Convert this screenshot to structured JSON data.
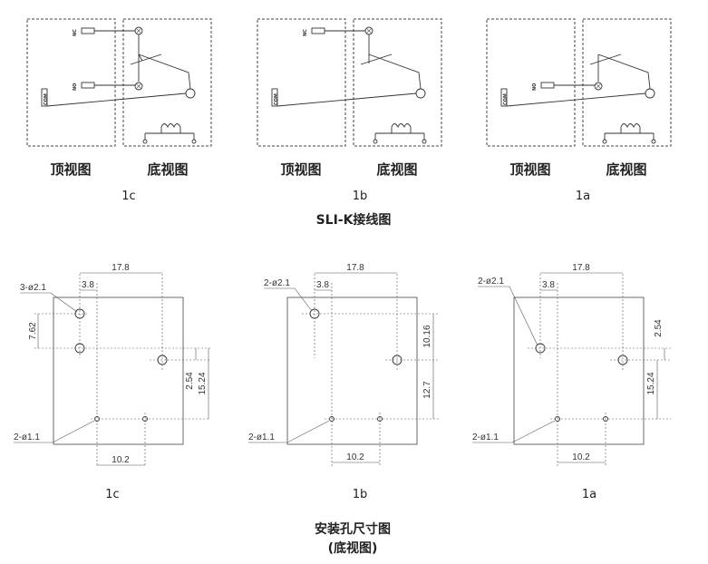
{
  "wiring": {
    "title": "SLI-K接线图",
    "panels": [
      {
        "variant": "1c",
        "top_view": "顶视图",
        "bottom_view": "底视图",
        "pins": [
          "NC",
          "NO",
          "COM"
        ]
      },
      {
        "variant": "1b",
        "top_view": "顶视图",
        "bottom_view": "底视图",
        "pins": [
          "NC",
          "COM"
        ]
      },
      {
        "variant": "1a",
        "top_view": "顶视图",
        "bottom_view": "底视图",
        "pins": [
          "NO",
          "COM"
        ]
      }
    ]
  },
  "mounting": {
    "title": "安装孔尺寸图",
    "subtitle": "(底视图)",
    "panels": [
      {
        "variant": "1c",
        "dims": {
          "width": "17.8",
          "offset": "3.8",
          "big_hole": "3-ø2.1",
          "small_hole": "2-ø1.1",
          "left_vertical": "7.62",
          "right_small": "2.54",
          "right_total": "15.24",
          "bottom": "10.2"
        }
      },
      {
        "variant": "1b",
        "dims": {
          "width": "17.8",
          "offset": "3.8",
          "big_hole": "2-ø2.1",
          "small_hole": "2-ø1.1",
          "right_top": "10.16",
          "right_bottom": "12.7",
          "bottom": "10.2"
        }
      },
      {
        "variant": "1a",
        "dims": {
          "width": "17.8",
          "offset": "3.8",
          "big_hole": "2-ø2.1",
          "small_hole": "2-ø1.1",
          "right_small": "2.54",
          "right_total": "15.24",
          "bottom": "10.2"
        }
      }
    ]
  }
}
